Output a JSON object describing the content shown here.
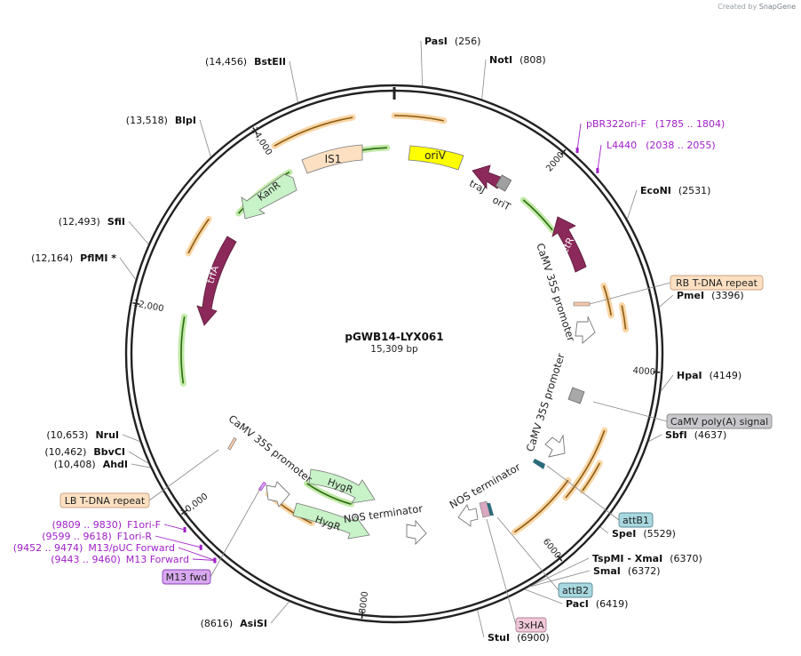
{
  "credit": {
    "prefix": "Created by",
    "brand": "SnapGene"
  },
  "plasmid": {
    "name": "pGWB14-LYX061",
    "size": "15,309 bp"
  },
  "ticks": [
    {
      "label": "2000",
      "angle": 40
    },
    {
      "label": "4000",
      "angle": 94
    },
    {
      "label": "6000",
      "angle": 141
    },
    {
      "label": "8000",
      "angle": 187
    },
    {
      "label": "10,000",
      "angle": 233
    },
    {
      "label": "12,000",
      "angle": 281
    },
    {
      "label": "14,000",
      "angle": 328
    }
  ],
  "sites": [
    {
      "name": "PasI",
      "pos": "(256)",
      "angle": 6,
      "side": "right"
    },
    {
      "name": "NotI",
      "pos": "(808)",
      "angle": 19,
      "side": "right"
    },
    {
      "name": "EcoNI",
      "pos": "(2531)",
      "angle": 60,
      "side": "right"
    },
    {
      "name": "PmeI",
      "pos": "(3396)",
      "angle": 80,
      "side": "right"
    },
    {
      "name": "HpaI",
      "pos": "(4149)",
      "angle": 98,
      "side": "right"
    },
    {
      "name": "SbfI",
      "pos": "(4637)",
      "angle": 109,
      "side": "right"
    },
    {
      "name": "SpeI",
      "pos": "(5529)",
      "angle": 130,
      "side": "right"
    },
    {
      "name": "TspMI  - XmaI",
      "pos": "(6370)",
      "angle": 150,
      "side": "right"
    },
    {
      "name": "SmaI",
      "pos": "(6372)",
      "angle": 150,
      "side": "right"
    },
    {
      "name": "PacI",
      "pos": "(6419)",
      "angle": 151,
      "side": "right"
    },
    {
      "name": "StuI",
      "pos": "(6900)",
      "angle": 162,
      "side": "right"
    },
    {
      "name": "AsiSI",
      "pos": "(8616)",
      "angle": 203,
      "side": "left"
    },
    {
      "name": "AhdI",
      "pos": "(10,408)",
      "angle": 245,
      "side": "left"
    },
    {
      "name": "BbvCI",
      "pos": "(10,462)",
      "angle": 246,
      "side": "left"
    },
    {
      "name": "NruI",
      "pos": "(10,653)",
      "angle": 251,
      "side": "left"
    },
    {
      "name": "PflMI *",
      "pos": "(12,164)",
      "angle": 286,
      "side": "left"
    },
    {
      "name": "SfiI",
      "pos": "(12,493)",
      "angle": 294,
      "side": "left"
    },
    {
      "name": "BlpI",
      "pos": "(13,518)",
      "angle": 317,
      "side": "left"
    },
    {
      "name": "BstEII",
      "pos": "(14,456)",
      "angle": 339,
      "side": "left"
    }
  ],
  "primers": [
    {
      "name": "pBR322ori-F",
      "pos": "(1785 .. 1804)",
      "angle": 42
    },
    {
      "name": "L4440",
      "pos": "(2038 .. 2055)",
      "angle": 48
    },
    {
      "name": "F1ori-F",
      "pos": "(9809 .. 9830)",
      "angle": 230
    },
    {
      "name": "F1ori-R",
      "pos": "(9599 .. 9618)",
      "angle": 225
    },
    {
      "name": "M13/pUC Forward",
      "pos": "(9452 .. 9474)",
      "angle": 221
    },
    {
      "name": "M13 Forward",
      "pos": "(9443 .. 9460)",
      "angle": 221
    }
  ],
  "boxed_features": [
    {
      "name": "RB T-DNA repeat",
      "style": "tdna"
    },
    {
      "name": "CaMV poly(A) signal",
      "style": "gray"
    },
    {
      "name": "attB1",
      "style": "teal"
    },
    {
      "name": "attB2",
      "style": "teal"
    },
    {
      "name": "3xHA",
      "style": "pink"
    },
    {
      "name": "LB T-DNA repeat",
      "style": "tdna"
    },
    {
      "name": "M13 fwd",
      "style": "purple"
    }
  ],
  "features": [
    {
      "name": "oriV",
      "fill": "#ffff00"
    },
    {
      "name": "IS1",
      "fill": "#fde0c2"
    },
    {
      "name": "KanR",
      "fill": "#c8f2c8"
    },
    {
      "name": "trfA",
      "fill": "#8b2a5a"
    },
    {
      "name": "traJ",
      "fill": "#8b2a5a"
    },
    {
      "name": "oriT",
      "fill": "#a0a0a0"
    },
    {
      "name": "TetR",
      "fill": "#8b2a5a"
    },
    {
      "name": "HygR",
      "fill": "#c8f2c8"
    },
    {
      "name": "HygR",
      "fill": "#c8f2c8"
    }
  ],
  "inner_labels": {
    "camv35s_a": "CaMV 35S promoter",
    "camv35s_b": "CaMV 35S promoter",
    "camv35s_c": "CaMV 35S promoter",
    "nos_a": "NOS terminator",
    "nos_b": "NOS terminator"
  },
  "colors": {
    "backbone": "#222222",
    "primer": "#a020c8",
    "orf_orange": "#f2a33a",
    "orf_green": "#7ad040"
  }
}
